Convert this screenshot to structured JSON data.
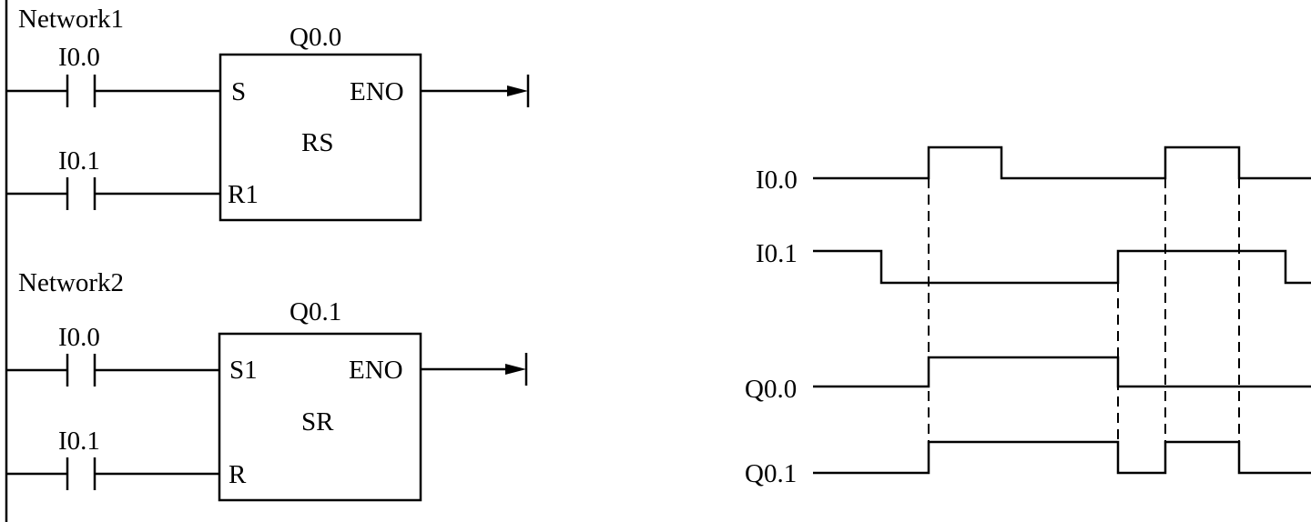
{
  "ladder": {
    "networks": [
      {
        "title": "Network1",
        "coil": "Q0.0",
        "block_type": "RS",
        "input_top": "S",
        "input_bottom": "R1",
        "output": "ENO",
        "contact_top": "I0.0",
        "contact_bottom": "I0.1"
      },
      {
        "title": "Network2",
        "coil": "Q0.1",
        "block_type": "SR",
        "input_top": "S1",
        "input_bottom": "R",
        "output": "ENO",
        "contact_top": "I0.0",
        "contact_bottom": "I0.1"
      }
    ]
  },
  "timing": {
    "signals": [
      {
        "name": "I0.0",
        "initial": 0,
        "transitions": [
          1020,
          1100,
          1280,
          1361
        ]
      },
      {
        "name": "I0.1",
        "initial": 1,
        "transitions": [
          968,
          1228,
          1412
        ]
      },
      {
        "name": "Q0.0",
        "initial": 0,
        "transitions": [
          1020,
          1228
        ]
      },
      {
        "name": "Q0.1",
        "initial": 0,
        "transitions": [
          1020,
          1228,
          1280,
          1361
        ]
      }
    ]
  }
}
